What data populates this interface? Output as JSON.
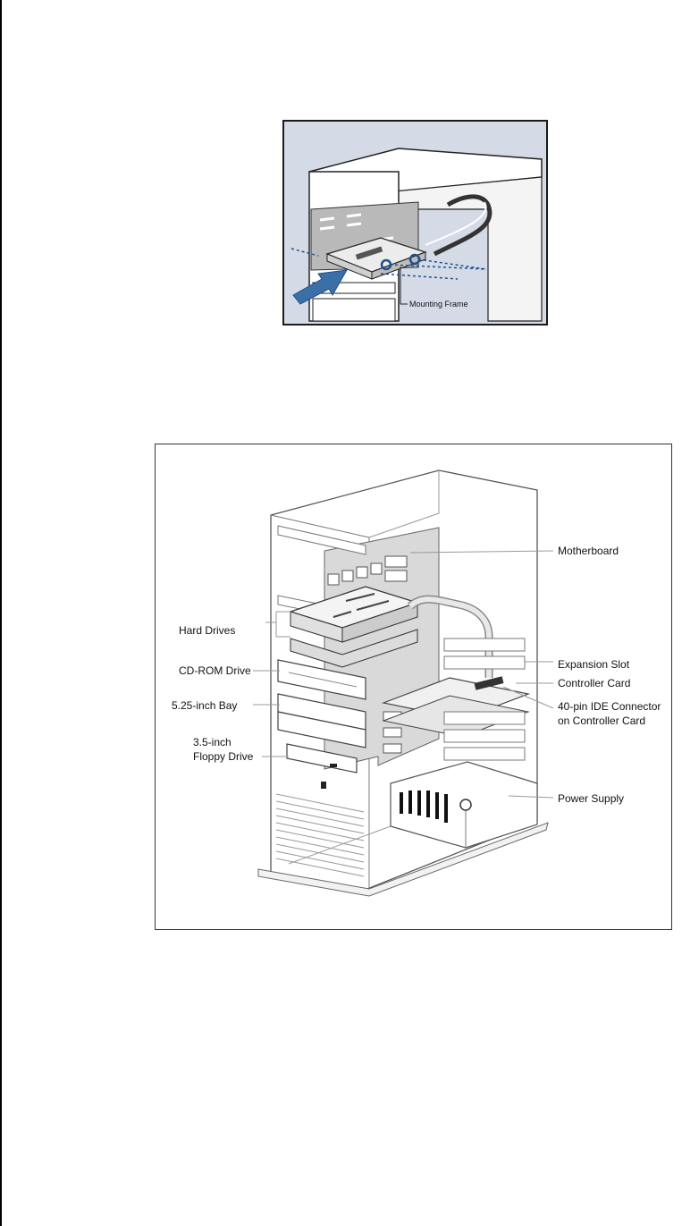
{
  "figure1": {
    "callouts": {
      "mounting_frame": "Mounting Frame"
    },
    "colors": {
      "background": "#d4dbe6",
      "arrow": "#3b6fa8",
      "screw": "#1f4f8f",
      "border": "#1a1a1a"
    }
  },
  "figure2": {
    "callouts": {
      "motherboard": "Motherboard",
      "hard_drives": "Hard Drives",
      "cdrom_drive": "CD-ROM Drive",
      "bay_525": "5.25-inch Bay",
      "floppy_line1": "3.5-inch",
      "floppy_line2": "Floppy Drive",
      "expansion_slot": "Expansion Slot",
      "controller_card": "Controller Card",
      "ide_line1": "40-pin IDE Connector",
      "ide_line2": "on Controller Card",
      "power_supply": "Power Supply"
    },
    "colors": {
      "board": "#d9d9d9",
      "line": "#9a9a9a",
      "outline": "#5a5a5a"
    }
  }
}
